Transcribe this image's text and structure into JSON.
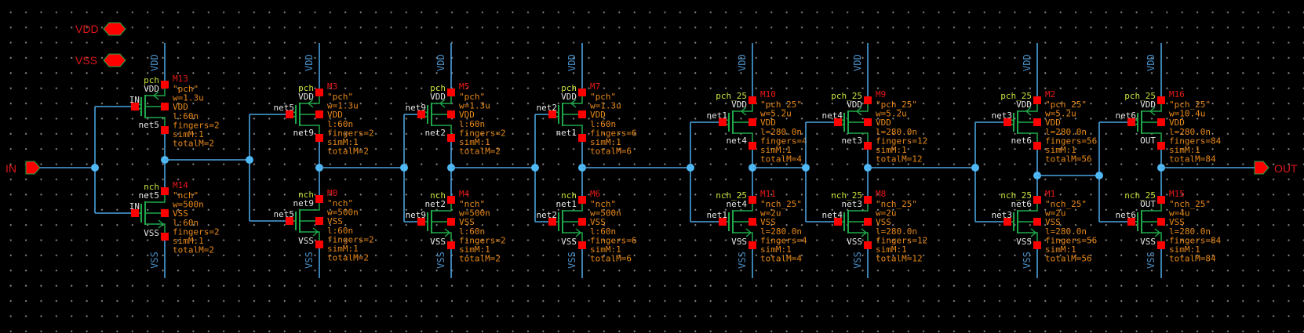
{
  "colors": {
    "wire": "#4aa3df",
    "junction": "#4fb8f5",
    "pin": "#ff0000",
    "device": "#1fa84a",
    "param": "#e8891a",
    "name": "#e81818",
    "model": "#c8e03c",
    "net": "#e6e6e6",
    "background": "#000000"
  },
  "pins": {
    "vdd": "VDD",
    "vss": "VSS",
    "in": "IN",
    "out": "OUT"
  },
  "rails": {
    "top": "VDD",
    "bottom": "VSS"
  },
  "stages": [
    {
      "pmos": {
        "name": "M13",
        "model": "pch",
        "params": [
          "\"pch\"",
          "w=1.3u",
          "VDD",
          "l:60n",
          "fingers=2",
          "simM:1",
          "totalM=2"
        ],
        "source": "VDD",
        "gate": "IN",
        "drain": "net5"
      },
      "nmos": {
        "name": "M14",
        "model": "nch",
        "params": [
          "\"nch\"",
          "w=500n",
          "VSS",
          "l:60n",
          "fingers=2",
          "simM:1",
          "totalM=2"
        ],
        "drain": "net5",
        "gate": "IN",
        "source": "VSS"
      }
    },
    {
      "pmos": {
        "name": "M3",
        "model": "pch",
        "params": [
          "\"pch\"",
          "w=1.3u",
          "VDD",
          "l:60n",
          "fingers=2",
          "simM:1",
          "totalM=2"
        ],
        "source": "VDD",
        "gate": "net5",
        "drain": "net9"
      },
      "nmos": {
        "name": "M0",
        "model": "nch",
        "params": [
          "\"nch\"",
          "w=500n",
          "VSS",
          "l:60n",
          "fingers=2",
          "simM:1",
          "totalM=2"
        ],
        "drain": "net9",
        "gate": "net5",
        "source": "VSS"
      }
    },
    {
      "pmos": {
        "name": "M5",
        "model": "pch",
        "params": [
          "\"pch\"",
          "w=1.3u",
          "VDD",
          "l:60n",
          "fingers=2",
          "simM:1",
          "totalM=2"
        ],
        "source": "VDD",
        "gate": "net9",
        "drain": "net2"
      },
      "nmos": {
        "name": "M4",
        "model": "nch",
        "params": [
          "\"nch\"",
          "w=500n",
          "VSS",
          "l:60n",
          "fingers=2",
          "simM:1",
          "totalM=2"
        ],
        "drain": "net2",
        "gate": "net9",
        "source": "VSS"
      }
    },
    {
      "pmos": {
        "name": "M7",
        "model": "pch",
        "params": [
          "\"pch\"",
          "w=1.3u",
          "VDD",
          "l:60n",
          "fingers=6",
          "simM:1",
          "totalM=6"
        ],
        "source": "VDD",
        "gate": "net2",
        "drain": "net1"
      },
      "nmos": {
        "name": "M6",
        "model": "nch",
        "params": [
          "\"nch\"",
          "w=500n",
          "VSS",
          "l:60n",
          "fingers=6",
          "simM:1",
          "totalM=6"
        ],
        "drain": "net1",
        "gate": "net2",
        "source": "VSS"
      }
    },
    {
      "pmos": {
        "name": "M10",
        "model": "pch_25",
        "params": [
          "\"pch_25\"",
          "w=5.2u",
          "VDD",
          "l=280.0n",
          "fingers=4",
          "simM:1",
          "totalM=4"
        ],
        "source": "VDD",
        "gate": "net1",
        "drain": "net4"
      },
      "nmos": {
        "name": "M11",
        "model": "nch_25",
        "params": [
          "\"nch_25\"",
          "w=2u",
          "VSS",
          "l=280.0n",
          "fingers=4",
          "simM:1",
          "totalM=4"
        ],
        "drain": "net4",
        "gate": "net1",
        "source": "VSS"
      }
    },
    {
      "pmos": {
        "name": "M9",
        "model": "pch_25",
        "params": [
          "\"pch_25\"",
          "w=5.2u",
          "VDD",
          "l=280.0n",
          "fingers=12",
          "simM:1",
          "totalM=12"
        ],
        "source": "VDD",
        "gate": "net4",
        "drain": "net3"
      },
      "nmos": {
        "name": "M8",
        "model": "nch_25",
        "params": [
          "\"nch_25\"",
          "w=2u",
          "VSS",
          "l=280.0n",
          "fingers=12",
          "simM:1",
          "totalM=12"
        ],
        "drain": "net3",
        "gate": "net4",
        "source": "VSS"
      }
    },
    {
      "pmos": {
        "name": "M2",
        "model": "pch_25",
        "params": [
          "\"pch_25\"",
          "w=5.2u",
          "VDD",
          "l=280.0n",
          "fingers=56",
          "simM:1",
          "totalM=56"
        ],
        "source": "VDD",
        "gate": "net3",
        "drain": "net6"
      },
      "nmos": {
        "name": "M1",
        "model": "nch_25",
        "params": [
          "\"nch_25\"",
          "w=2u",
          "VSS",
          "l=280.0n",
          "fingers=56",
          "simM:1",
          "totalM=56"
        ],
        "drain": "net6",
        "gate": "net3",
        "source": "VSS"
      }
    },
    {
      "pmos": {
        "name": "M16",
        "model": "pch_25",
        "params": [
          "\"pch_25\"",
          "w=10.4u",
          "VDD",
          "l=280.0n",
          "fingers=84",
          "simM:1",
          "totalM=84"
        ],
        "source": "VDD",
        "gate": "net6",
        "drain": "OUT"
      },
      "nmos": {
        "name": "M15",
        "model": "nch_25",
        "params": [
          "\"nch_25\"",
          "w=4u",
          "VSS",
          "l=280.0n",
          "fingers=84",
          "simM:1",
          "totalM=84"
        ],
        "drain": "OUT",
        "gate": "net6",
        "source": "VSS"
      }
    }
  ]
}
